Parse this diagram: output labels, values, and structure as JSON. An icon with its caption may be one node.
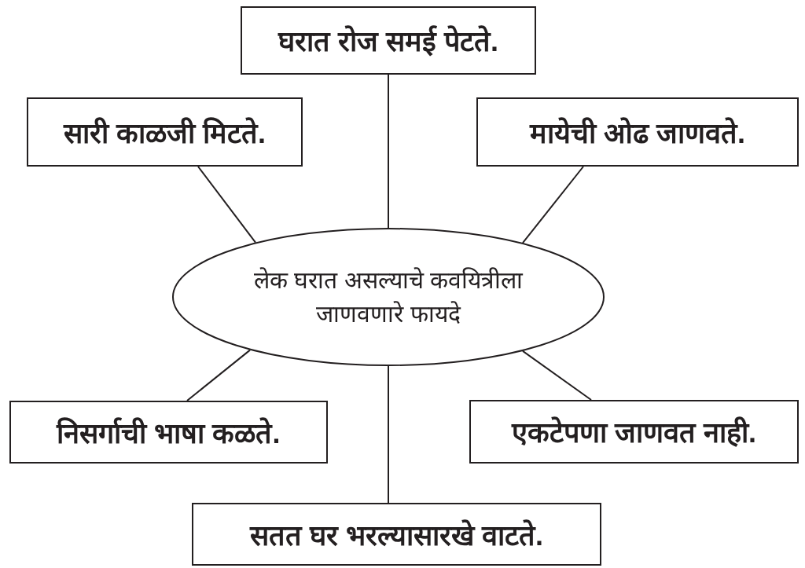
{
  "diagram": {
    "nodes": [
      {
        "text": [
          "घरात रोज समई पेटते."
        ]
      },
      {
        "text": [
          "सारी काळजी मिटते."
        ]
      },
      {
        "text": [
          "मायेची ओढ जाणवते."
        ]
      },
      {
        "text": [
          "लेक घरात असल्याचे कवयित्रीला जाणवणारे फायदे"
        ]
      },
      {
        "text": [
          "निसर्गाची भाषा कळते."
        ]
      },
      {
        "text": [
          "एकटेपणा जाणवत नाही."
        ]
      },
      {
        "text": [
          "सतत घर भरल्यासारखे वाटते."
        ]
      }
    ],
    "edges": [
      {
        "from": 3,
        "to": 0,
        "arrow": "none"
      },
      {
        "from": 3,
        "to": 1,
        "arrow": "none"
      },
      {
        "from": 3,
        "to": 2,
        "arrow": "none"
      },
      {
        "from": 3,
        "to": 4,
        "arrow": "none"
      },
      {
        "from": 3,
        "to": 5,
        "arrow": "none"
      },
      {
        "from": 3,
        "to": 6,
        "arrow": "none"
      }
    ]
  }
}
